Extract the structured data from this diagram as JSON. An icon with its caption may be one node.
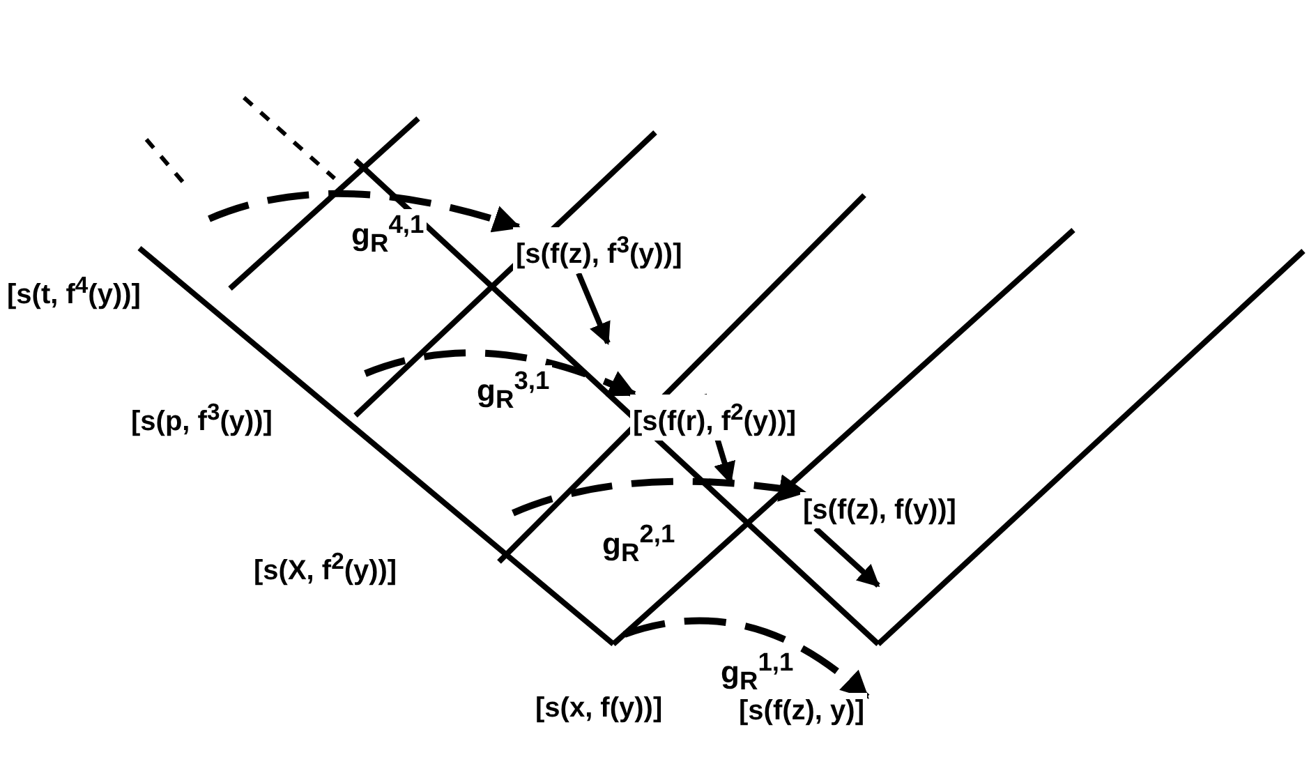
{
  "diagram": {
    "nodes": [
      {
        "text": [
          "[s(t, f$^{4}$(y))]"
        ]
      },
      {
        "text": [
          "[s(f(z), f$^{3}$(y))]"
        ]
      },
      {
        "text": [
          "[s(p, f$^{3}$(y))]"
        ]
      },
      {
        "text": [
          "[s(f(r), f$^{2}$(y))]"
        ]
      },
      {
        "text": [
          "[s(X, f$^{2}$(y))]"
        ]
      },
      {
        "text": [
          "[s(f(z), f(y))]"
        ]
      },
      {
        "text": [
          "[s(x, f(y))]"
        ]
      },
      {
        "text": [
          "[s(f(z), y)]"
        ]
      }
    ],
    "edges": [
      {
        "from": null,
        "to": 1,
        "arrow": "to",
        "style": "dashed",
        "label": "g$_{R}$$^{4,1}$"
      },
      {
        "from": null,
        "to": 3,
        "arrow": "to",
        "style": "dashed",
        "label": "g$_{R}$$^{3,1}$"
      },
      {
        "from": null,
        "to": 5,
        "arrow": "to",
        "style": "dashed",
        "label": "g$_{R}$$^{2,1}$"
      },
      {
        "from": null,
        "to": 7,
        "arrow": "to",
        "style": "dashed",
        "label": "g$_{R}$$^{1,1}$"
      },
      {
        "from": 1,
        "to": null,
        "arrow": "to"
      },
      {
        "from": 3,
        "to": null,
        "arrow": "to"
      },
      {
        "from": 5,
        "to": null,
        "arrow": "to"
      }
    ]
  }
}
